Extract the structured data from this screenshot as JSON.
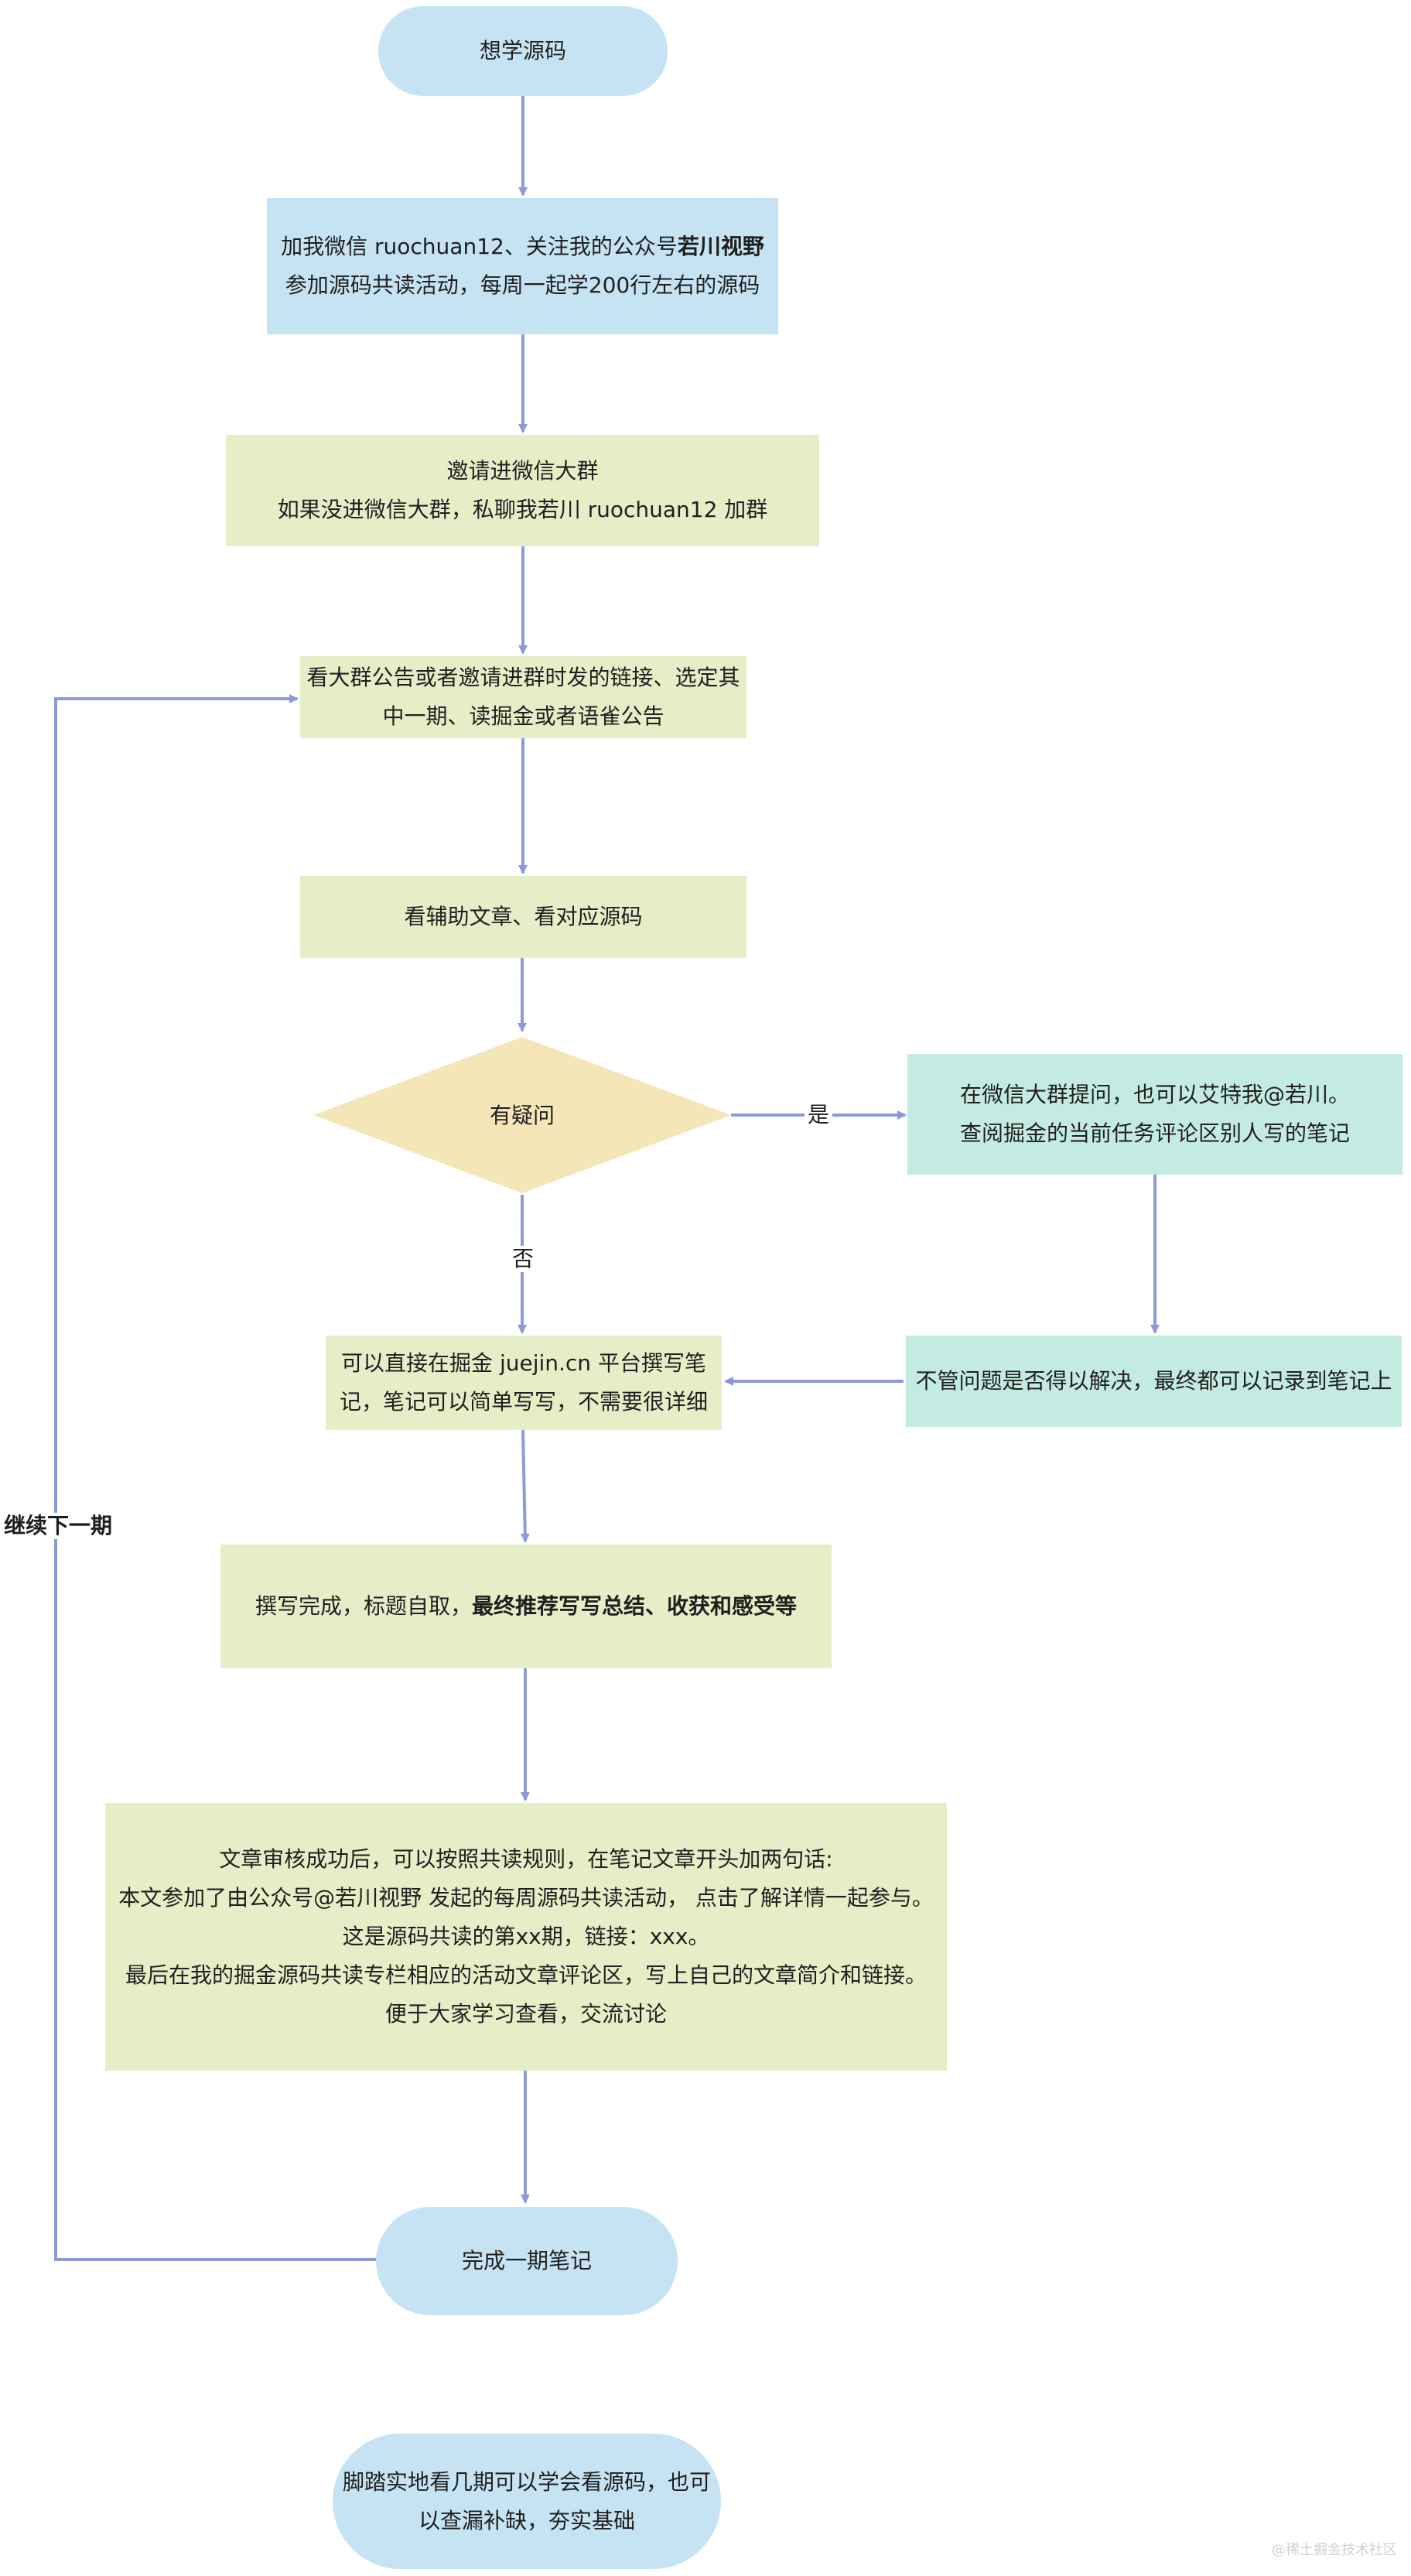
{
  "nodes": {
    "start": "想学源码",
    "add_wechat": {
      "line1_prefix": "加我微信 ruochuan12、关注我的公众号",
      "line1_bold": "若川视野",
      "line2": "参加源码共读活动，每周一起学200行左右的源码"
    },
    "invite_group": {
      "line1": "邀请进微信大群",
      "line2": "如果没进微信大群，私聊我若川 ruochuan12 加群"
    },
    "read_notice": {
      "line1": "看大群公告或者邀请进群时发的链接、选定其",
      "line2": "中一期、读掘金或者语雀公告"
    },
    "read_source": "看辅助文章、看对应源码",
    "has_question": "有疑问",
    "ask_group": {
      "line1": "在微信大群提问，也可以艾特我@若川。",
      "line2": "查阅掘金的当前任务评论区别人写的笔记"
    },
    "record_notes": "不管问题是否得以解决，最终都可以记录到笔记上",
    "write_notes": {
      "line1": "可以直接在掘金 juejin.cn 平台撰写笔",
      "line2": "记，笔记可以简单写写，不需要很详细"
    },
    "finish_writing": {
      "prefix": "撰写完成，标题自取，",
      "bold": "最终推荐写写总结、收获和感受等"
    },
    "after_review": {
      "line1": "文章审核成功后，可以按照共读规则，在笔记文章开头加两句话:",
      "line2": "本文参加了由公众号@若川视野 发起的每周源码共读活动， 点击了解详情一起参与。",
      "line3": "这是源码共读的第xx期，链接：xxx。",
      "line4": "最后在我的掘金源码共读专栏相应的活动文章评论区，写上自己的文章简介和链接。",
      "line5": "便于大家学习查看，交流讨论"
    },
    "complete_one": "完成一期笔记",
    "conclusion": {
      "line1": "脚踏实地看几期可以学会看源码，也可",
      "line2": "以查漏补缺，夯实基础"
    }
  },
  "edge_labels": {
    "yes": "是",
    "no": "否",
    "continue_next": "继续下一期"
  },
  "watermark": "@稀土掘金技术社区",
  "colors": {
    "pill_blue": "#c6e3f3",
    "box_blue": "#c6e3f3",
    "box_green": "#e6eec8",
    "box_teal": "#c4ebe2",
    "diamond_yellow": "#f5e6b8",
    "connector": "#8e9ad8"
  }
}
